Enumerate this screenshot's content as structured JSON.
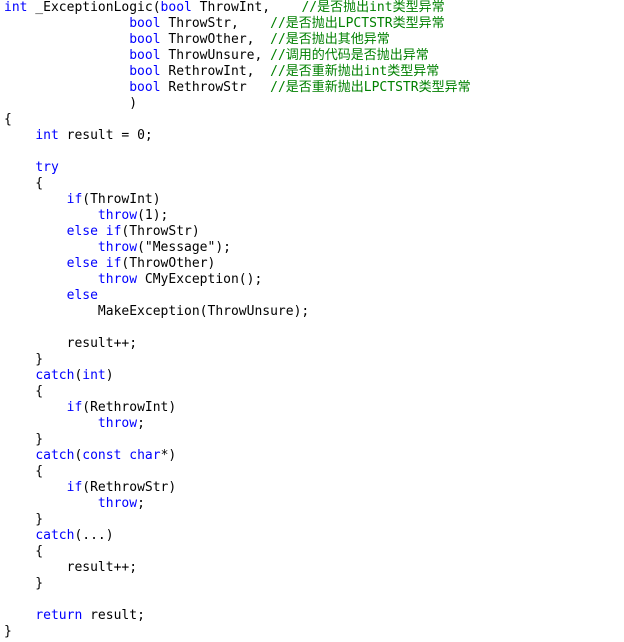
{
  "editor": {
    "colors": {
      "keyword": "#0000ff",
      "comment": "#008000",
      "text": "#000000",
      "background": "#ffffff"
    },
    "lines": [
      [
        [
          "kw",
          "int"
        ],
        [
          "tx",
          " _ExceptionLogic("
        ],
        [
          "kw",
          "bool"
        ],
        [
          "tx",
          " ThrowInt,    "
        ],
        [
          "cm",
          "//是否抛出int类型异常"
        ]
      ],
      [
        [
          "tx",
          "                "
        ],
        [
          "kw",
          "bool"
        ],
        [
          "tx",
          " ThrowStr,    "
        ],
        [
          "cm",
          "//是否抛出LPCTSTR类型异常"
        ]
      ],
      [
        [
          "tx",
          "                "
        ],
        [
          "kw",
          "bool"
        ],
        [
          "tx",
          " ThrowOther,  "
        ],
        [
          "cm",
          "//是否抛出其他异常"
        ]
      ],
      [
        [
          "tx",
          "                "
        ],
        [
          "kw",
          "bool"
        ],
        [
          "tx",
          " ThrowUnsure, "
        ],
        [
          "cm",
          "//调用的代码是否抛出异常"
        ]
      ],
      [
        [
          "tx",
          "                "
        ],
        [
          "kw",
          "bool"
        ],
        [
          "tx",
          " RethrowInt,  "
        ],
        [
          "cm",
          "//是否重新抛出int类型异常"
        ]
      ],
      [
        [
          "tx",
          "                "
        ],
        [
          "kw",
          "bool"
        ],
        [
          "tx",
          " RethrowStr   "
        ],
        [
          "cm",
          "//是否重新抛出LPCTSTR类型异常"
        ]
      ],
      [
        [
          "tx",
          "                )"
        ]
      ],
      [
        [
          "tx",
          "{"
        ]
      ],
      [
        [
          "tx",
          "    "
        ],
        [
          "kw",
          "int"
        ],
        [
          "tx",
          " result = 0;"
        ]
      ],
      [],
      [
        [
          "tx",
          "    "
        ],
        [
          "kw",
          "try"
        ]
      ],
      [
        [
          "tx",
          "    {"
        ]
      ],
      [
        [
          "tx",
          "        "
        ],
        [
          "kw",
          "if"
        ],
        [
          "tx",
          "(ThrowInt)"
        ]
      ],
      [
        [
          "tx",
          "            "
        ],
        [
          "kw",
          "throw"
        ],
        [
          "tx",
          "(1);"
        ]
      ],
      [
        [
          "tx",
          "        "
        ],
        [
          "kw",
          "else if"
        ],
        [
          "tx",
          "(ThrowStr)"
        ]
      ],
      [
        [
          "tx",
          "            "
        ],
        [
          "kw",
          "throw"
        ],
        [
          "tx",
          "(\"Message\");"
        ]
      ],
      [
        [
          "tx",
          "        "
        ],
        [
          "kw",
          "else if"
        ],
        [
          "tx",
          "(ThrowOther)"
        ]
      ],
      [
        [
          "tx",
          "            "
        ],
        [
          "kw",
          "throw"
        ],
        [
          "tx",
          " CMyException();"
        ]
      ],
      [
        [
          "tx",
          "        "
        ],
        [
          "kw",
          "else"
        ]
      ],
      [
        [
          "tx",
          "            MakeException(ThrowUnsure);"
        ]
      ],
      [],
      [
        [
          "tx",
          "        result++;"
        ]
      ],
      [
        [
          "tx",
          "    }"
        ]
      ],
      [
        [
          "tx",
          "    "
        ],
        [
          "kw",
          "catch"
        ],
        [
          "tx",
          "("
        ],
        [
          "kw",
          "int"
        ],
        [
          "tx",
          ")"
        ]
      ],
      [
        [
          "tx",
          "    {"
        ]
      ],
      [
        [
          "tx",
          "        "
        ],
        [
          "kw",
          "if"
        ],
        [
          "tx",
          "(RethrowInt)"
        ]
      ],
      [
        [
          "tx",
          "            "
        ],
        [
          "kw",
          "throw"
        ],
        [
          "tx",
          ";"
        ]
      ],
      [
        [
          "tx",
          "    }"
        ]
      ],
      [
        [
          "tx",
          "    "
        ],
        [
          "kw",
          "catch"
        ],
        [
          "tx",
          "("
        ],
        [
          "kw",
          "const char"
        ],
        [
          "tx",
          "*)"
        ]
      ],
      [
        [
          "tx",
          "    {"
        ]
      ],
      [
        [
          "tx",
          "        "
        ],
        [
          "kw",
          "if"
        ],
        [
          "tx",
          "(RethrowStr)"
        ]
      ],
      [
        [
          "tx",
          "            "
        ],
        [
          "kw",
          "throw"
        ],
        [
          "tx",
          ";"
        ]
      ],
      [
        [
          "tx",
          "    }"
        ]
      ],
      [
        [
          "tx",
          "    "
        ],
        [
          "kw",
          "catch"
        ],
        [
          "tx",
          "(...)"
        ]
      ],
      [
        [
          "tx",
          "    {"
        ]
      ],
      [
        [
          "tx",
          "        result++;"
        ]
      ],
      [
        [
          "tx",
          "    }"
        ]
      ],
      [],
      [
        [
          "tx",
          "    "
        ],
        [
          "kw",
          "return"
        ],
        [
          "tx",
          " result;"
        ]
      ],
      [
        [
          "tx",
          "}"
        ]
      ]
    ]
  }
}
